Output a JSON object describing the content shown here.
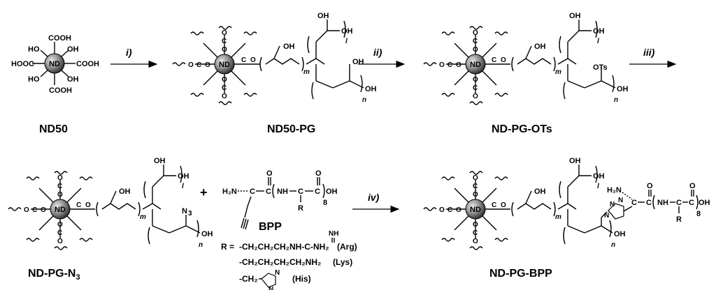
{
  "labels": {
    "nd50": "ND50",
    "nd50_pg": "ND50-PG",
    "nd_pg_ots": "ND-PG-OTs",
    "nd_pg_n3_main": "ND-PG-N",
    "nd_pg_n3_sub": "3",
    "bpp": "BPP",
    "nd_pg_bpp": "ND-PG-BPP"
  },
  "steps": {
    "i": "i)",
    "ii": "ii)",
    "iii": "iii)",
    "iv": "iv)"
  },
  "core": {
    "text": "ND"
  },
  "plus": "+",
  "r_groups": {
    "r_eq": "R =",
    "arg_formula": "-CH₂CH₂CH₂NH-C-NH₂",
    "arg_name": "(Arg)",
    "lys_formula": "-CH₂CH₂CH₂CH₂NH₂",
    "lys_name": "(Lys)",
    "his_formula": "-CH₂",
    "his_name": "(His)"
  },
  "atoms": {
    "cooh": "COOH",
    "hooc": "HOOC",
    "ho": "HO",
    "oh": "OH",
    "o": "O",
    "c": "C",
    "ots": "OTs",
    "n3": "N",
    "h2n": "H₂N",
    "nh": "NH",
    "n": "N",
    "r": "R",
    "eight": "8",
    "m": "m",
    "n_sub": "n",
    "l_sub": "l"
  }
}
